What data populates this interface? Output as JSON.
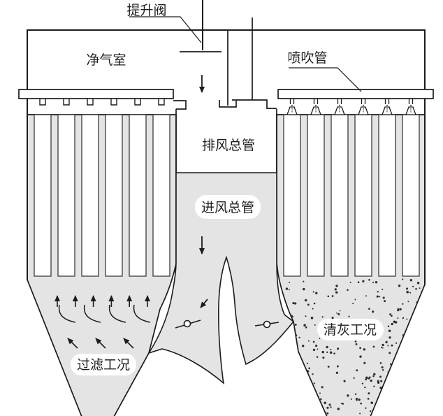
{
  "labels": {
    "lift_valve": "提升阀",
    "clean_air_chamber": "净气室",
    "blowing_pipe": "喷吹管",
    "exhaust_manifold": "排风总管",
    "inlet_manifold": "进风总管",
    "filtering_condition": "过滤工况",
    "cleaning_condition": "清灰工况"
  },
  "colors": {
    "chamber_fill": "#e4e4e4",
    "line": "#1c1c1c",
    "text": "#1f1f1f",
    "dust_dot": "#2f2f2f",
    "background": "#ffffff",
    "bag_fill": "#ffffff"
  },
  "counts": {
    "bags_per_chamber": 6,
    "spray_nozzles": 6,
    "bag_hooks": 6,
    "up_arrows": 6,
    "curve_arrows": 4,
    "diagonal_arrows": 3,
    "valve_symbols": 2,
    "dust_dots": 280
  }
}
